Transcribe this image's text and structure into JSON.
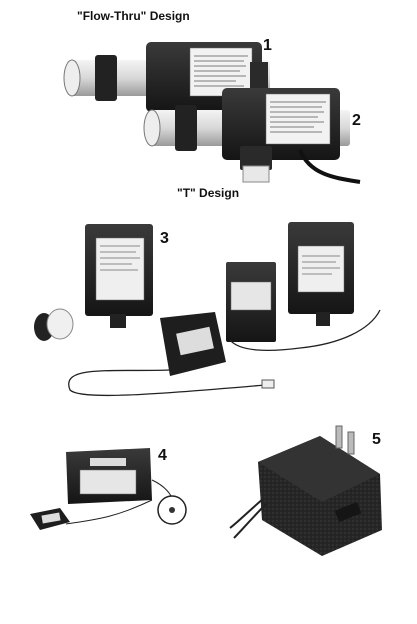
{
  "captions": {
    "flow_thru": "\"Flow-Thru\" Design",
    "t_design": "\"T\" Design"
  },
  "product_numbers": [
    "1",
    "2",
    "3",
    "4",
    "5"
  ]
}
